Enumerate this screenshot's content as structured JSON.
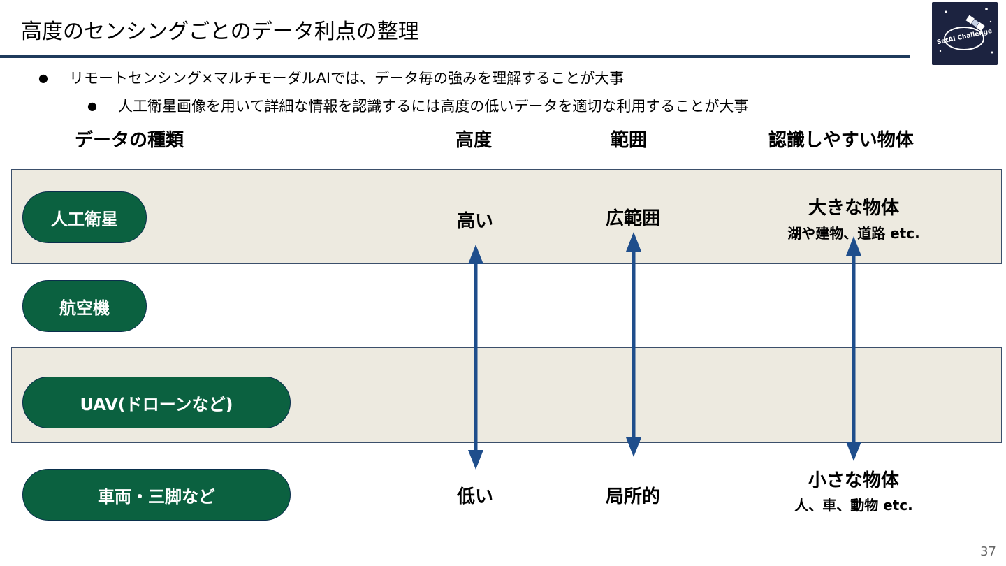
{
  "slide": {
    "title": "高度のセンシングごとのデータ利点の整理",
    "page_number": "37",
    "logo_text": "SatAI Challenge"
  },
  "bullets": {
    "level1": "リモートセンシング×マルチモーダルAIでは、データ毎の強みを理解することが大事",
    "level2": "人工衛星画像を用いて詳細な情報を認識するには高度の低いデータを適切な利用することが大事",
    "marker": "●"
  },
  "table": {
    "headers": {
      "data_type": "データの種類",
      "altitude": "高度",
      "range": "範囲",
      "objects": "認識しやすい物体"
    },
    "rows": [
      {
        "label": "人工衛星"
      },
      {
        "label": "航空機"
      },
      {
        "label": "UAV(ドローンなど)"
      },
      {
        "label": "車両・三脚など"
      }
    ],
    "altitude_high": "高い",
    "altitude_low": "低い",
    "range_wide": "広範囲",
    "range_local": "局所的",
    "objects_large": "大きな物体",
    "objects_large_examples": "湖や建物、道路 etc.",
    "objects_small": "小さな物体",
    "objects_small_examples": "人、車、動物 etc."
  },
  "colors": {
    "title_rule": "#1f3b5c",
    "band_fill": "#edeae0",
    "band_border": "#3b4f6b",
    "pill_fill": "#0b6140",
    "pill_text": "#ffffff",
    "arrow": "#1f4e8c",
    "logo_bg": "#1c2340"
  }
}
